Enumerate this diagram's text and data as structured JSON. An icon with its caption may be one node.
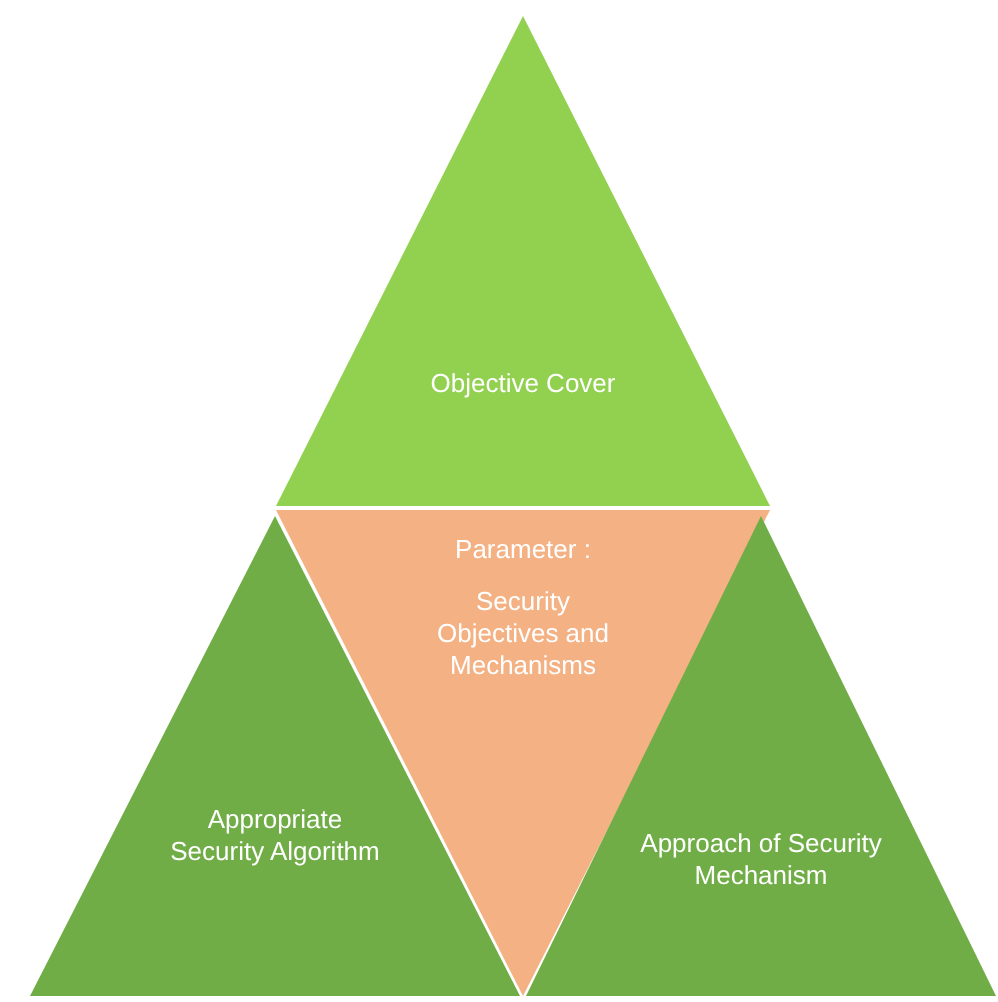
{
  "diagram": {
    "nodes": [
      {
        "text": [
          "Objective Cover"
        ]
      },
      {
        "text": [
          "Parameter :",
          "Security Objectives and Mechanisms"
        ]
      },
      {
        "text": [
          "Appropriate Security Algorithm"
        ]
      },
      {
        "text": [
          "Approach of Security Mechanism"
        ]
      }
    ],
    "edges": []
  }
}
